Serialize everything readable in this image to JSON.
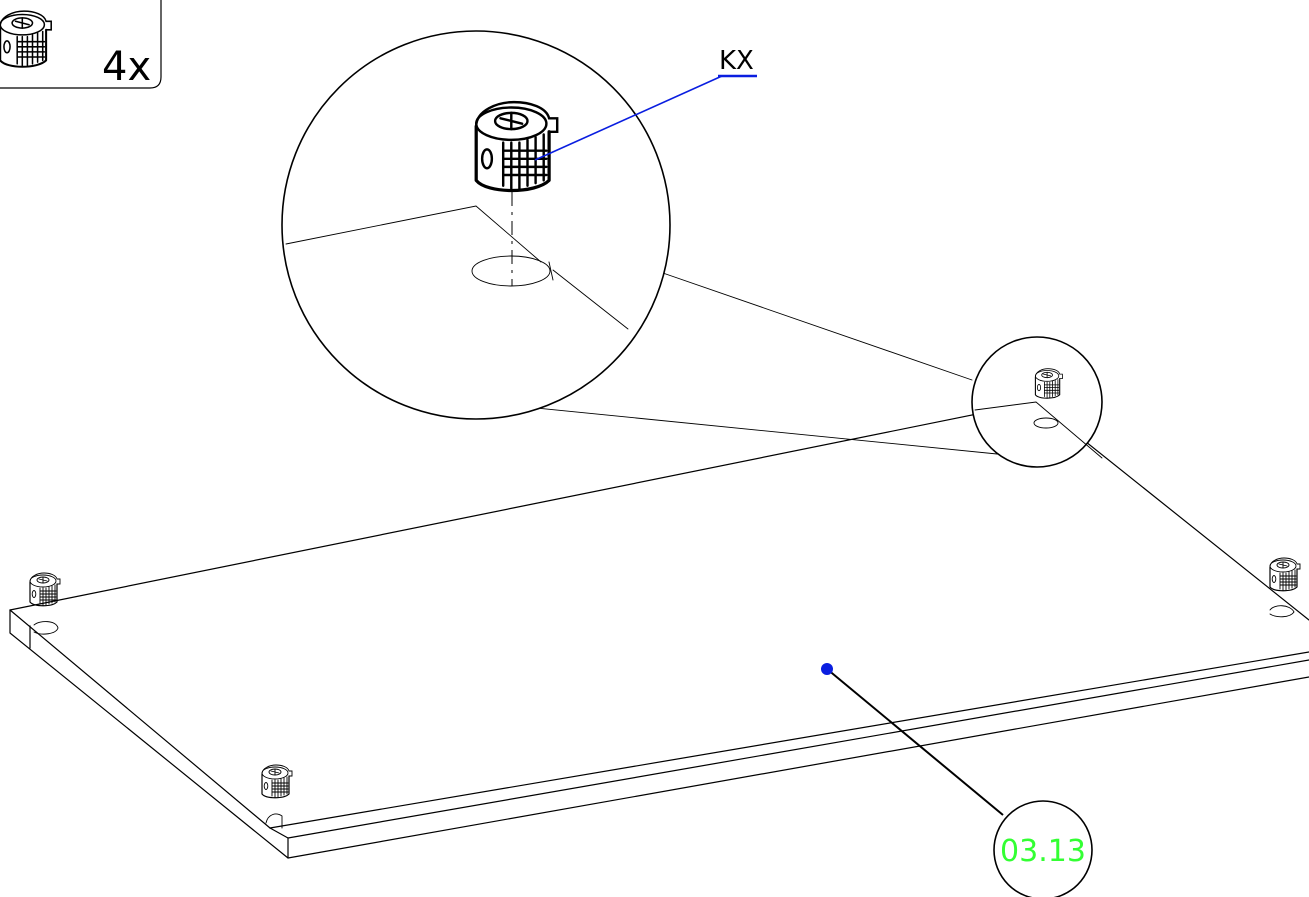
{
  "qty_box": {
    "quantity": "4x"
  },
  "callout": {
    "part_code": "KX"
  },
  "panel": {
    "part_number": "03.13"
  },
  "colors": {
    "leader_blue": "#0a1ee0",
    "part_number_green": "#33ff33",
    "ink": "#000000"
  }
}
